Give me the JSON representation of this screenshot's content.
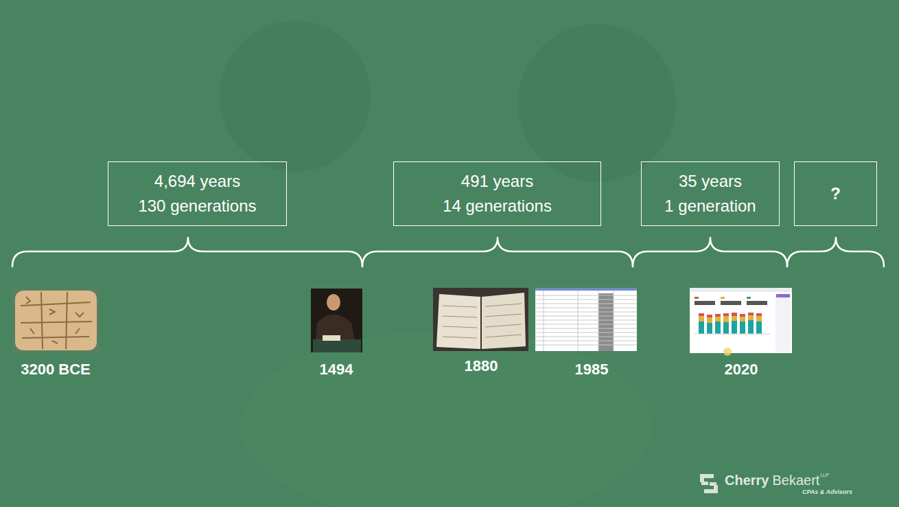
{
  "diagram": {
    "nodes": [
      {
        "text": [
          "4,694 years",
          "130 generations"
        ]
      },
      {
        "text": [
          "491 years",
          "14 generations"
        ]
      },
      {
        "text": [
          "35 years",
          "1 generation"
        ]
      },
      {
        "text": [
          "?"
        ]
      }
    ],
    "labels": [
      "3200 BCE",
      "1494",
      "1880",
      "1985",
      "2020",
      "Cherry",
      "Bekaert",
      "LLP",
      "CPAs & Advisors"
    ]
  }
}
